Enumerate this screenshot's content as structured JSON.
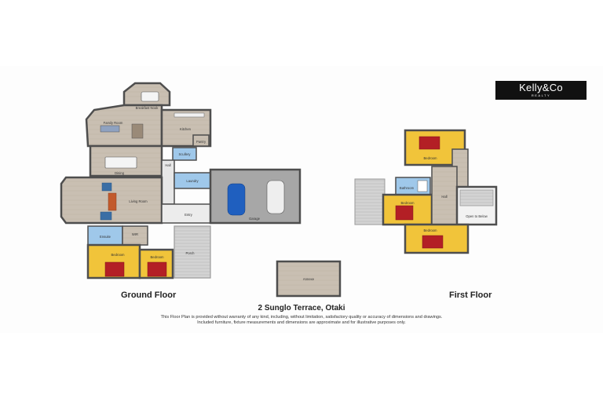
{
  "brand": {
    "name": "Kelly&Co",
    "tagline": "REALTY"
  },
  "floors": {
    "ground": {
      "title": "Ground Floor"
    },
    "first": {
      "title": "First Floor"
    }
  },
  "address": "2 Sunglo Terrace, Otaki",
  "disclaimer": {
    "line1": "This Floor Plan is provided without warranty of any kind, including, without limitation, satisfactory quality or accuracy of dimensions and drawings.",
    "line2": "Included furniture, fixture measurements and dimensions are approximate and for illustrative purposes only."
  },
  "rooms": {
    "breakfast_nook": "Breakfast Nook",
    "family_room": "Family Room",
    "kitchen": "Kitchen",
    "pantry": "Pantry",
    "dining": "Dining",
    "scullery": "Scullery",
    "hall": "Hall",
    "laundry": "Laundry",
    "living_room": "Living Room",
    "garage": "Garage",
    "entry": "Entry",
    "ensuite": "Ensuite",
    "wir": "WIR",
    "bedroom_1": "Bedroom",
    "bedroom_2": "Bedroom",
    "porch": "Porch",
    "annexe": "Annexe",
    "fl_bedroom_1": "Bedroom",
    "fl_bathroom": "Bathroom",
    "fl_bedroom_2": "Bedroom",
    "fl_hall": "Hall",
    "fl_open_below": "Open to Below",
    "fl_bedroom_3": "Bedroom"
  },
  "colors": {
    "wood_floor": "#c9bfb2",
    "bedroom_floor": "#f1c43a",
    "bathroom_tile": "#9fc8ea",
    "garage_floor": "#a7a7a7",
    "wall": "#4e4e4e",
    "logo_bg": "#111111"
  }
}
